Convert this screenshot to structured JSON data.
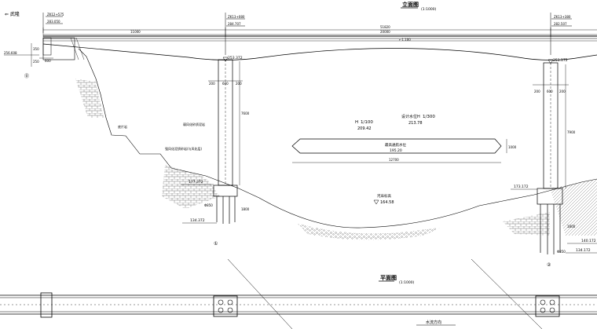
{
  "direction_label": "⇐ 武隆",
  "elevation_title": {
    "main": "立面图",
    "scale": "(1:1000)"
  },
  "plan_title": {
    "main": "平面图",
    "scale": "(1:1000)"
  },
  "flow_label": "水流方向",
  "stations": {
    "left_abutment": {
      "station": "ZK12+575",
      "elevation": "283.050"
    },
    "pier_1": {
      "station": "ZK13+080",
      "elevation": "284.707"
    },
    "pier_2": {
      "station": "ZK13+380",
      "elevation": "282.507"
    }
  },
  "spans": {
    "left": "11000",
    "total": "51820",
    "main": "20000"
  },
  "grade": "←1.100",
  "elevations": {
    "abutment_left": "256.608",
    "pier_1_top": "253.372",
    "pier_1_cap": "177.372",
    "pier_1_bottom": "134.372",
    "pier_2_top": "251.172",
    "pier_2_cap": "173.172",
    "pier_2_right": "140.172",
    "pier_2_bottom": "134.172"
  },
  "pier_dims": {
    "col_left": "200",
    "col_mid": "600",
    "col_right": "200",
    "height_1": "7600",
    "height_2": "7900",
    "lower_1": "1800",
    "lower_2": "1800",
    "pile_dia": "Φ850"
  },
  "water_levels": {
    "design_flood": {
      "label": "设计水位H",
      "scale_note": "1/300",
      "value": "213.78"
    },
    "low_water": {
      "label": "H",
      "scale_note": "1/100",
      "value": "209.42"
    },
    "navigation": {
      "label": "最高通航水位",
      "value": "195.20"
    },
    "riverbed": {
      "label": "河床标高",
      "value": "164.58"
    }
  },
  "nav_box": {
    "width": "12700",
    "height": "1000"
  },
  "geology": {
    "label_1": "底片岩",
    "label_2": "弱风化砂质泥岩",
    "label_3": "强风化泥质砂岩(与风化层)",
    "pier_no_1": "①",
    "pier_no_2": "②",
    "abutment_no": "⓪"
  },
  "abutment_dims": {
    "a": "600",
    "b": "350",
    "c": "250"
  }
}
